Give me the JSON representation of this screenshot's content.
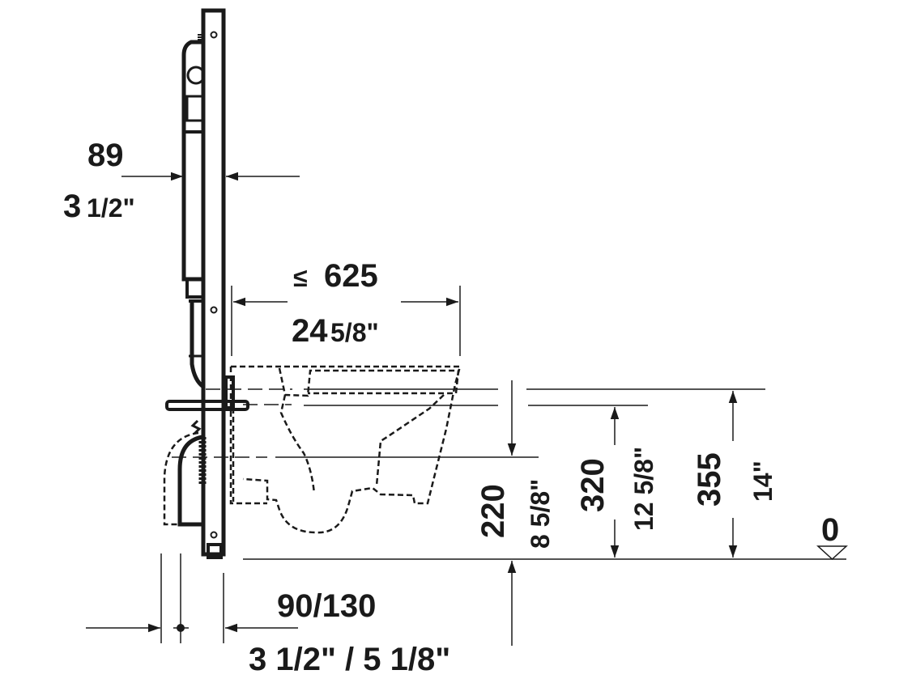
{
  "diagram": {
    "subject": "Wall-hung toilet with concealed installation frame — side view dimensions",
    "colors": {
      "line": "#1a1a1a",
      "background": "#ffffff"
    },
    "dimensions": {
      "frame_depth": {
        "mm": "89",
        "inch_whole": "3",
        "inch_frac": "1/2\""
      },
      "projection": {
        "symbol": "≤",
        "mm": "625",
        "inch_whole": "24",
        "inch_frac": "5/8\""
      },
      "outlet_height": {
        "mm": "220",
        "inch": "8 5/8\""
      },
      "inlet_height": {
        "mm": "320",
        "inch": "12 5/8\""
      },
      "rim_height": {
        "mm": "355",
        "inch": "14\""
      },
      "floor_reference": {
        "label": "0"
      },
      "wall_offset": {
        "mm": "90/130",
        "inch": "3 1/2\" / 5 1/8\""
      }
    }
  }
}
